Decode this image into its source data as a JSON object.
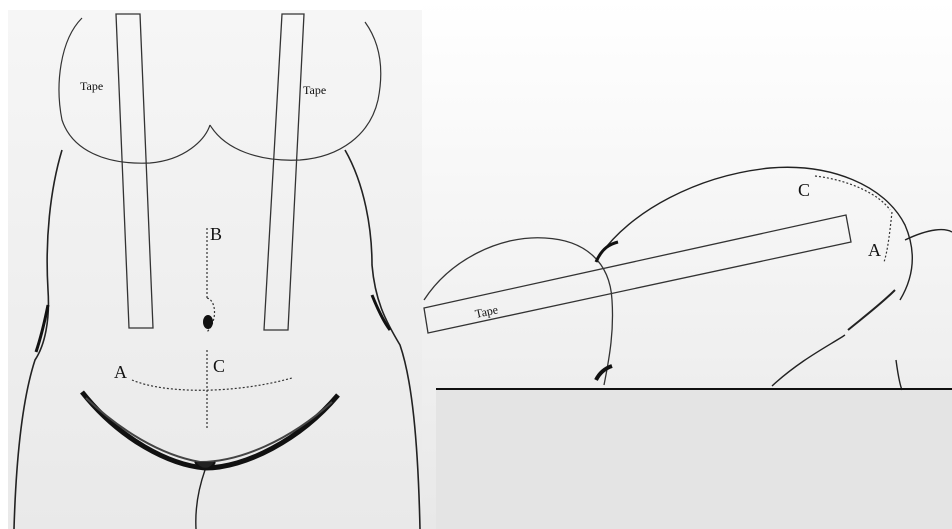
{
  "front_view": {
    "tape_left": "Tape",
    "tape_right": "Tape",
    "label_b": "B",
    "label_a": "A",
    "label_c": "C"
  },
  "side_view": {
    "tape": "Tape",
    "label_c": "C",
    "label_a": "A"
  }
}
